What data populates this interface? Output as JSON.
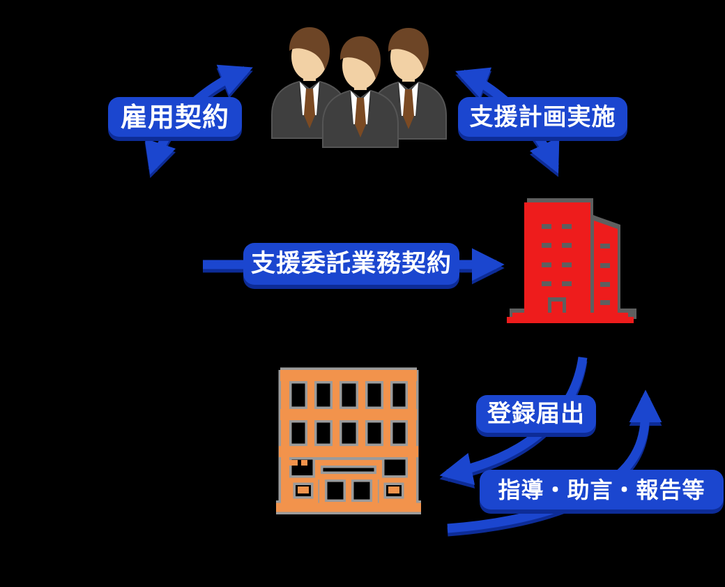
{
  "diagram": {
    "description_labels": {
      "employment_contract": "雇用契約",
      "support_plan": "支援計画実施",
      "support_outsourcing_contract": "支援委託業務契約",
      "registration_notification": "登録届出",
      "guidance_advice_report": "指導・助言・報告等"
    },
    "relations": [
      {
        "id": "employment_contract",
        "label": "雇用契約",
        "bidirectional": true
      },
      {
        "id": "support_plan_implementation",
        "label": "支援計画実施",
        "bidirectional": true
      },
      {
        "id": "support_outsourcing_contract",
        "label": "支援委託業務契約",
        "bidirectional": false
      },
      {
        "id": "registration_notification",
        "label": "登録届出",
        "bidirectional": false
      },
      {
        "id": "guidance_advice_report",
        "label": "指導・助言・報告等",
        "bidirectional": false
      }
    ],
    "icons": [
      "three-business-persons-icon",
      "red-office-building-icon",
      "orange-storefront-building-icon"
    ],
    "colors": {
      "background": "#000000",
      "arrow_blue": "#1b46cf",
      "label_blue": "#1b46cf",
      "label_shadow_navy": "#0d2c97",
      "building_red": "#ee1c1c",
      "building_shadow_gray": "#5e5f5f",
      "building_orange": "#f2934c",
      "orange_casing_gray": "#9b9b9b",
      "skin": "#f2d1a5",
      "hair_brown": "#6d4526",
      "suit_charcoal": "#3f3f3f",
      "tie_brown": "#7b4a23",
      "shirt_white": "#ffffff"
    }
  }
}
